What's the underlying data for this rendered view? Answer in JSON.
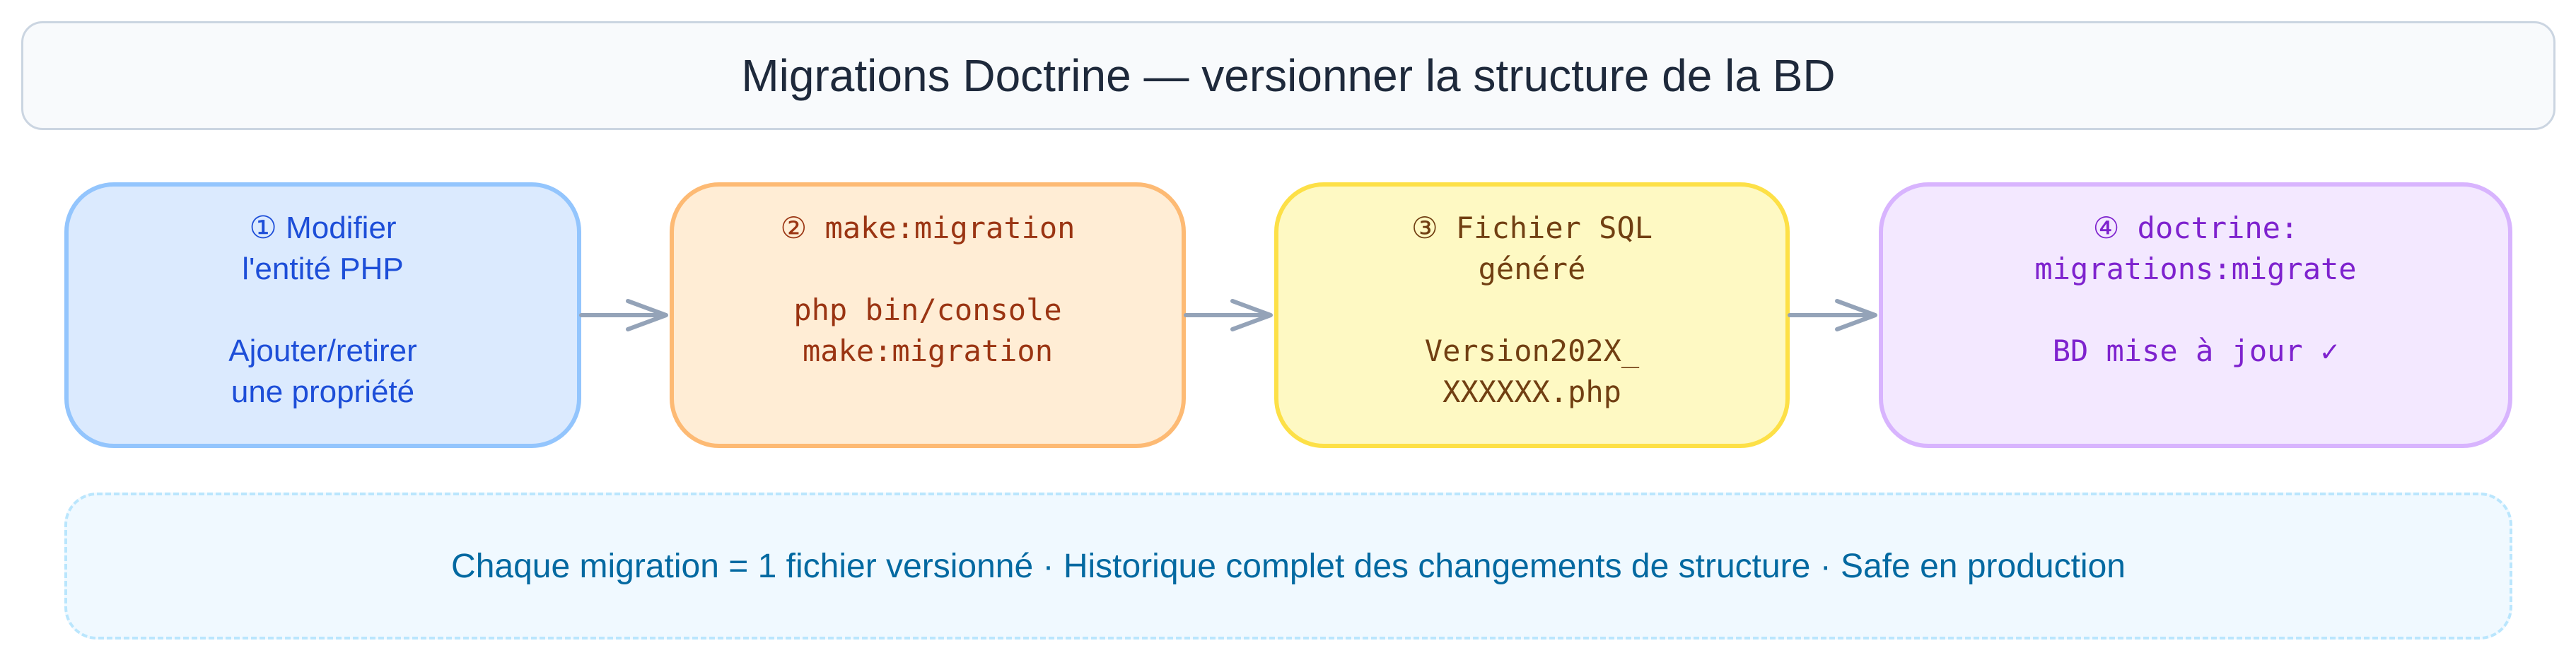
{
  "title": "Migrations Doctrine — versionner la structure de la BD",
  "steps": [
    {
      "number": "①",
      "heading_lines": [
        "① Modifier",
        "l'entité PHP"
      ],
      "detail_lines": [
        "Ajouter/retirer",
        "une propriété"
      ],
      "color": "#1d4ed8"
    },
    {
      "number": "②",
      "heading_lines": [
        "② make:migration"
      ],
      "detail_lines": [
        "php bin/console",
        "make:migration"
      ],
      "color": "#9a3412"
    },
    {
      "number": "③",
      "heading_lines": [
        "③ Fichier SQL",
        "généré"
      ],
      "detail_lines": [
        "Version202X_",
        "XXXXXX.php"
      ],
      "color": "#713f12"
    },
    {
      "number": "④",
      "heading_lines": [
        "④ doctrine:",
        "migrations:migrate"
      ],
      "detail_lines": [
        "BD mise à jour ✓"
      ],
      "color": "#7e22ce"
    }
  ],
  "note": "Chaque migration = 1 fichier versionné · Historique complet des changements de structure · Safe en production",
  "colors": {
    "arrow": "#94a3b8",
    "note_text": "#0369a1",
    "title_text": "#1e293b"
  }
}
